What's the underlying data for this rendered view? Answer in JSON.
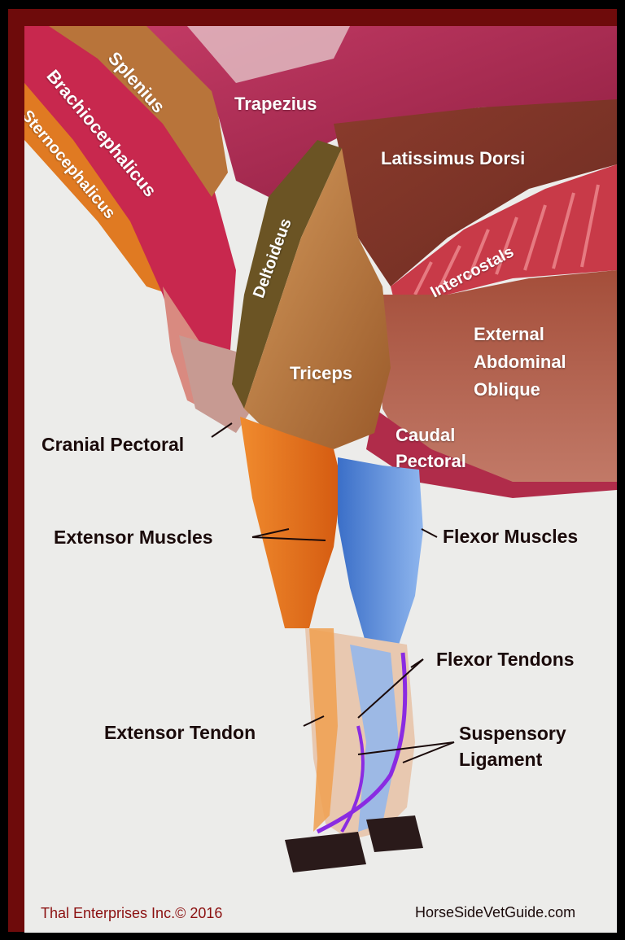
{
  "labels": {
    "splenius": "Splenius",
    "brachiocephalicus": "Brachiocephalicus",
    "sternocephalicus": "Sternocephalicus",
    "trapezius": "Trapezius",
    "latissimus_dorsi": "Latissimus Dorsi",
    "deltoideus": "Deltoideus",
    "intercostals": "Intercostals",
    "external_abdominal_oblique": [
      "External",
      "Abdominal",
      "Oblique"
    ],
    "triceps": "Triceps",
    "cranial_pectoral": "Cranial Pectoral",
    "caudal_pectoral": [
      "Caudal",
      "Pectoral"
    ],
    "extensor_muscles": "Extensor Muscles",
    "flexor_muscles": "Flexor Muscles",
    "flexor_tendons": "Flexor Tendons",
    "extensor_tendon": "Extensor Tendon",
    "suspensory_ligament": [
      "Suspensory",
      "Ligament"
    ]
  },
  "footer": {
    "copyright": "Thal Enterprises Inc.© 2016",
    "website": "HorseSideVetGuide.com"
  },
  "colors": {
    "border": "#6e0b0b",
    "background": "#ececea",
    "copyright_text": "#8b1010",
    "extensor": "#e8741e",
    "flexor": "#4a7fd4",
    "suspensory": "#8a2be2"
  }
}
